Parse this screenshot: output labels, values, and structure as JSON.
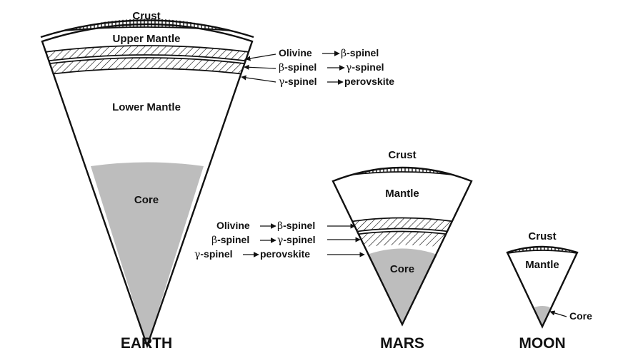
{
  "earth": {
    "title": "EARTH",
    "crust": "Crust",
    "upper_mantle": "Upper Mantle",
    "lower_mantle": "Lower Mantle",
    "core": "Core",
    "transitions": [
      {
        "from": "Olivine",
        "to_greek": "β",
        "to_rest": "-spinel"
      },
      {
        "from_greek": "β",
        "from_rest": "-spinel",
        "to_greek": "γ",
        "to_rest": "-spinel"
      },
      {
        "from_greek": "γ",
        "from_rest": "-spinel",
        "to": "perovskite"
      }
    ]
  },
  "mars": {
    "title": "MARS",
    "crust": "Crust",
    "mantle": "Mantle",
    "core": "Core",
    "transitions": [
      {
        "from": "Olivine",
        "to_greek": "β",
        "to_rest": "-spinel"
      },
      {
        "from_greek": "β",
        "from_rest": "-spinel",
        "to_greek": "γ",
        "to_rest": "-spinel"
      },
      {
        "from_greek": "γ",
        "from_rest": "-spinel",
        "to": "perovskite"
      }
    ]
  },
  "moon": {
    "title": "MOON",
    "crust": "Crust",
    "mantle": "Mantle",
    "core": "Core"
  },
  "colors": {
    "core_fill": "#bdbdbd",
    "stroke": "#111111"
  }
}
